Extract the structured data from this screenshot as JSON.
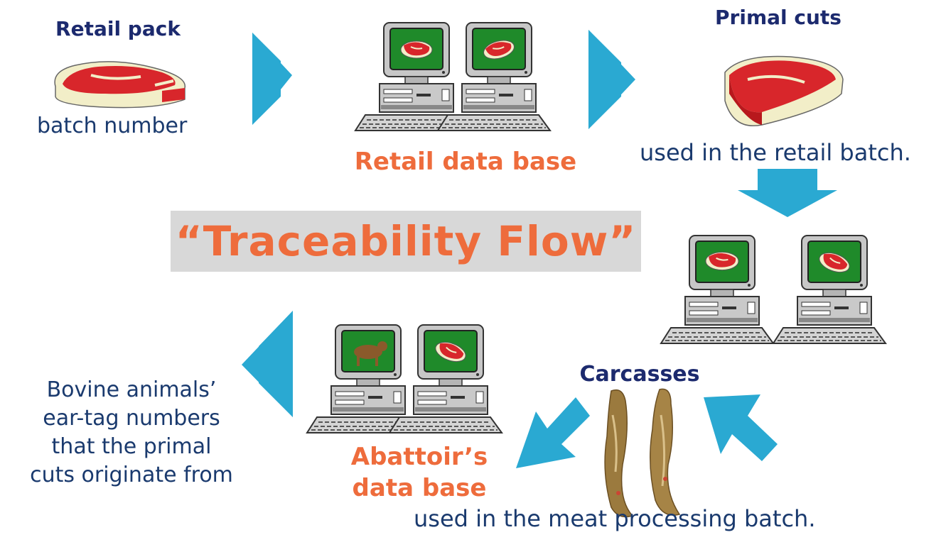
{
  "labels": {
    "retail_pack": "Retail pack",
    "batch_number": "batch number",
    "retail_db": "Retail data base",
    "primal_cuts": "Primal cuts",
    "used_retail": "used in the retail batch.",
    "flow_title": "“Traceability Flow”",
    "carcasses": "Carcasses",
    "abattoir_db_1": "Abattoir’s",
    "abattoir_db_2": "data base",
    "bovine_1": "Bovine animals’",
    "bovine_2": "ear-tag numbers",
    "bovine_3": "that the primal",
    "bovine_4": "cuts originate from",
    "used_processing": "used in the meat processing batch."
  },
  "colors": {
    "arrow": "#2aa9d2",
    "navy_text": "#1c2a6e",
    "orange_text": "#ee6c3c",
    "title_bg": "#d8d8d8",
    "screen": "#1f8a2a",
    "meat": "#d8262b",
    "fat": "#f2eec8"
  },
  "icons": [
    "steak-icon",
    "computer-icon",
    "cow-icon",
    "carcass-icon",
    "arrow-icon"
  ]
}
